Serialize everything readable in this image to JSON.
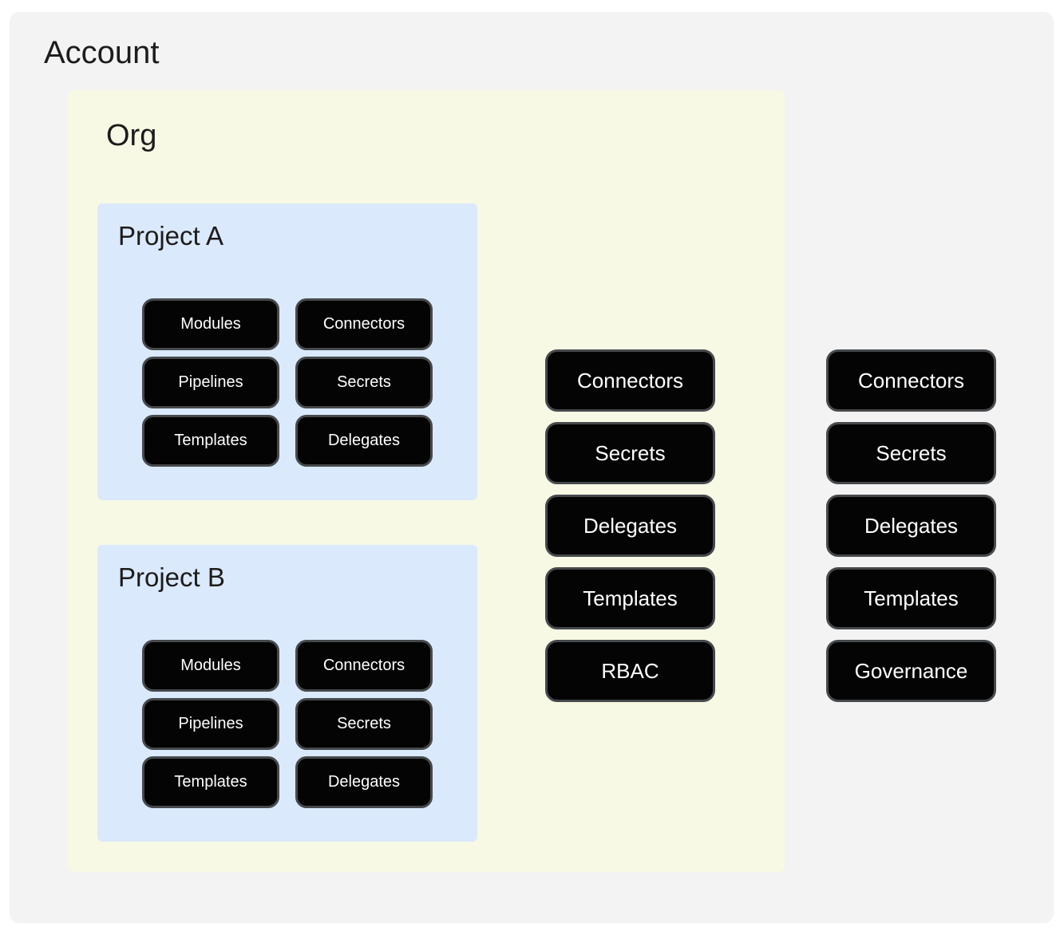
{
  "diagram": {
    "account": {
      "label": "Account",
      "resources": [
        "Connectors",
        "Secrets",
        "Delegates",
        "Templates",
        "Governance"
      ],
      "org": {
        "label": "Org",
        "resources": [
          "Connectors",
          "Secrets",
          "Delegates",
          "Templates",
          "RBAC"
        ],
        "projects": [
          {
            "label": "Project A",
            "resources": [
              "Modules",
              "Connectors",
              "Pipelines",
              "Secrets",
              "Templates",
              "Delegates"
            ]
          },
          {
            "label": "Project B",
            "resources": [
              "Modules",
              "Connectors",
              "Pipelines",
              "Secrets",
              "Templates",
              "Delegates"
            ]
          }
        ]
      }
    },
    "colors": {
      "page_bg": "#ffffff",
      "account_bg": "#f3f3f3",
      "org_bg": "#f7f9e4",
      "project_bg": "#dbe9fc",
      "pill_bg": "#040404",
      "pill_border": "#46494c",
      "pill_text": "#ffffff",
      "title_text": "#1c1c1c"
    }
  }
}
